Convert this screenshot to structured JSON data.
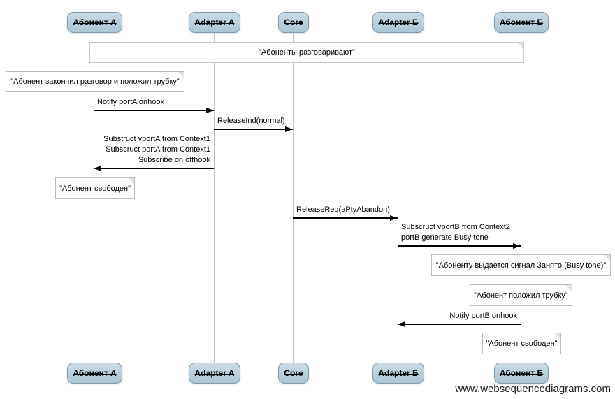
{
  "diagram": {
    "actors": [
      {
        "label": "Абонент A"
      },
      {
        "label": "Adapter A"
      },
      {
        "label": "Core"
      },
      {
        "label": "Adapter Б"
      },
      {
        "label": "Абонент Б"
      }
    ],
    "band_note": {
      "text": "\"Абоненты разговаривают\""
    },
    "notes": [
      {
        "text": "\"Абонент закончил разговор и положил трубку\"",
        "over": "Абонент A"
      },
      {
        "text": "\"Абонент свободен\"",
        "over": "Абонент A"
      },
      {
        "text": "\"Абоненту выдается сигнал Занято (Busy tone)\"",
        "over": "Абонент Б"
      },
      {
        "text": "\"Абонент положил трубку\"",
        "over": "Абонент Б"
      },
      {
        "text": "\"Абонент свободен\"",
        "over": "Абонент Б"
      }
    ],
    "messages": [
      {
        "from": "Абонент A",
        "to": "Adapter A",
        "label_lines": [
          "Notify portA onhook"
        ]
      },
      {
        "from": "Adapter A",
        "to": "Core",
        "label_lines": [
          "ReleaseInd(normal)"
        ]
      },
      {
        "from": "Adapter A",
        "to": "Абонент A",
        "label_lines": [
          "Substruct vportA from Context1",
          "Subscruct portA from Context1",
          "Subscribe on offhook"
        ]
      },
      {
        "from": "Core",
        "to": "Adapter Б",
        "label_lines": [
          "ReleaseReq(aPtyAbandon)"
        ]
      },
      {
        "from": "Adapter Б",
        "to": "Абонент Б",
        "label_lines": [
          "Subscruct vportB from Context2",
          "portB generate Busy tone"
        ]
      },
      {
        "from": "Абонент Б",
        "to": "Adapter Б",
        "label_lines": [
          "Notify portB onhook"
        ]
      }
    ],
    "watermark": "www.websequencediagrams.com"
  },
  "colors": {
    "actor_fill_top": "#cadce6",
    "actor_fill_bottom": "#aac5d3",
    "actor_border": "#7e9cae",
    "lifeline": "#c2c2c2",
    "note_border": "#bcbcbc",
    "note_fill": "#ffffff",
    "arrow": "#000000",
    "text": "#000000",
    "background": "#ffffff"
  }
}
